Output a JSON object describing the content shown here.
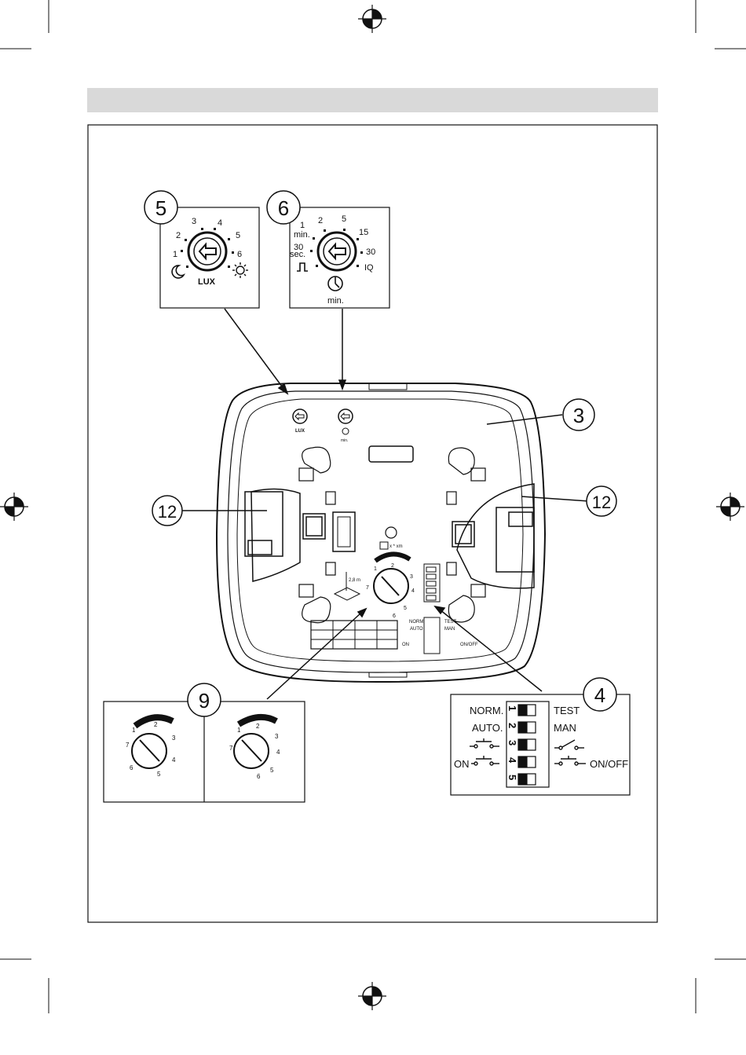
{
  "callouts": {
    "c5": "5",
    "c6": "6",
    "c3": "3",
    "c12": "12",
    "c9": "9",
    "c4": "4"
  },
  "lux_dial": {
    "ticks": [
      "1",
      "2",
      "3",
      "4",
      "5",
      "6"
    ],
    "label": "LUX"
  },
  "time_dial": {
    "ticks": [
      "1",
      "2",
      "5",
      "15",
      "30"
    ],
    "min_label": "min.",
    "sec_label": "sec.",
    "sec_value": "30",
    "iq_label": "IQ",
    "bottom_label": "min."
  },
  "range_dial": {
    "ticks": [
      "1",
      "2",
      "3",
      "4",
      "5",
      "6",
      "7"
    ]
  },
  "device": {
    "marker": "x * xm",
    "distance": "2,8 m",
    "dip_small": [
      "NORM",
      "TEST",
      "AUTO",
      "MAN",
      "ON",
      "ON/OFF"
    ]
  },
  "dip_switch": {
    "left": [
      "NORM.",
      "AUTO.",
      "",
      "ON"
    ],
    "right": [
      "TEST",
      "MAN",
      "",
      "ON/OFF"
    ],
    "numbers": [
      "1",
      "2",
      "3",
      "4",
      "5"
    ]
  }
}
